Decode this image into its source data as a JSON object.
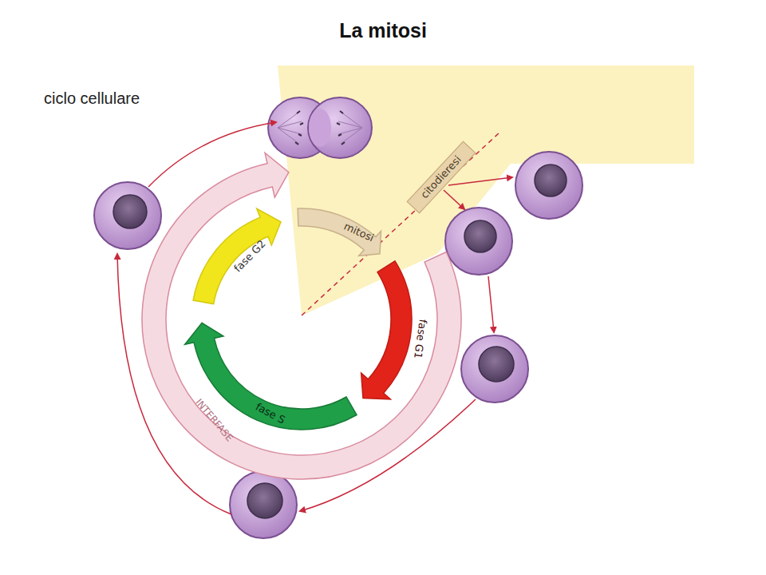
{
  "diagram": {
    "title": "La mitosi",
    "nodes": [
      {
        "text": [
          "citodieresi"
        ]
      },
      {
        "text": [
          "mitosi"
        ]
      },
      {
        "text": [
          "fase G2"
        ]
      },
      {
        "text": [
          "fase G1"
        ]
      },
      {
        "text": [
          "fase S"
        ]
      },
      {
        "text": [
          "INTERFASE"
        ]
      }
    ],
    "labels": [
      "ciclo cellulare"
    ]
  }
}
